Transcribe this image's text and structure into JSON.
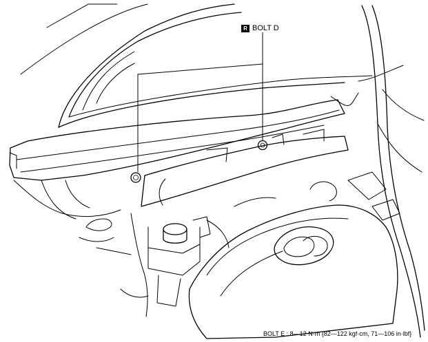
{
  "callout": {
    "badge": "R",
    "label": "BOLT D"
  },
  "footer": {
    "torque_spec": "BOLT E : 8—12 N·m {82—122 kgf·cm, 71—106 in·lbf}"
  }
}
